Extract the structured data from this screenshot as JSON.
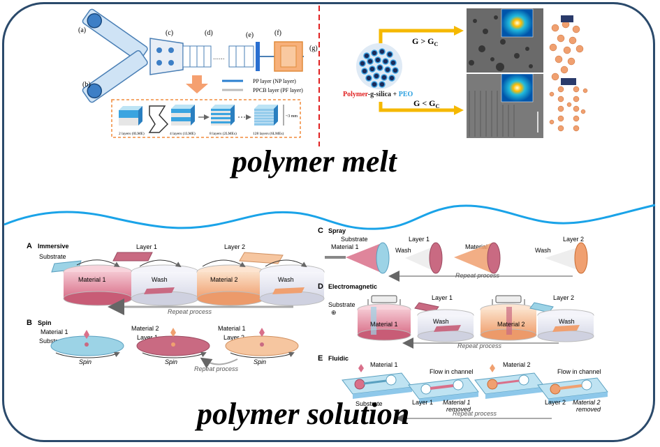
{
  "titles": {
    "melt": "polymer melt",
    "solution": "polymer solution"
  },
  "extrusion": {
    "labels": [
      "(a)",
      "(b)",
      "(c)",
      "(d)",
      "(e)",
      "(f)",
      "(g)"
    ],
    "legend_pp": "PP layer (NP layer)",
    "legend_ppcb": "PPCB layer (PF layer)",
    "stages": [
      "2 layers (0LME)",
      "4 layers (1LME)",
      "8 layers (2LMEs)",
      "128 layers (6LMEs)"
    ],
    "dims": "~3 mm"
  },
  "nanocomposite": {
    "g_greater": "G > G",
    "g_less": "G < G",
    "g_sub": "C",
    "label_polymer": "Polymer",
    "label_gsilica": "-g-silica + ",
    "label_peo": "PEO"
  },
  "lbl": {
    "A": {
      "letter": "A",
      "title": "Immersive",
      "substrate": "Substrate",
      "layer1": "Layer 1",
      "layer2": "Layer 2",
      "material1": "Material 1",
      "wash": "Wash",
      "material2": "Material 2",
      "repeat": "Repeat process"
    },
    "B": {
      "letter": "B",
      "title": "Spin",
      "material1": "Material 1",
      "substrate": "Substrate",
      "material2": "Material 2",
      "layer1": "Layer 1",
      "layer2": "Layer 2",
      "spin": "Spin",
      "repeat": "Repeat process"
    },
    "C": {
      "letter": "C",
      "title": "Spray",
      "substrate": "Substrate",
      "material1": "Material 1",
      "layer1": "Layer 1",
      "wash": "Wash",
      "material2": "Material 2",
      "layer2": "Layer 2",
      "repeat": "Repeat process"
    },
    "D": {
      "letter": "D",
      "title": "Electromagnetic",
      "substrate": "Substrate",
      "plus": "⊕",
      "layer1": "Layer 1",
      "layer2": "Layer 2",
      "material1": "Material 1",
      "wash": "Wash",
      "material2": "Material 2",
      "repeat": "Repeat process"
    },
    "E": {
      "letter": "E",
      "title": "Fluidic",
      "material1": "Material 1",
      "flow": "Flow in channel",
      "material2": "Material 2",
      "substrate": "Substrate",
      "layer1": "Layer 1",
      "material1_removed": "Material 1",
      "removed": "removed",
      "layer2": "Layer 2",
      "material2_removed": "Material 2",
      "repeat": "Repeat process"
    }
  },
  "colors": {
    "frame": "#2b4a6b",
    "wave": "#1aa3e8",
    "divider": "#e02020",
    "arrow_gold": "#f5b800",
    "pink": "#e8a0b0",
    "peach": "#f6c6a0",
    "blue_layer": "#9cd3e6",
    "orange": "#f08a3a"
  }
}
